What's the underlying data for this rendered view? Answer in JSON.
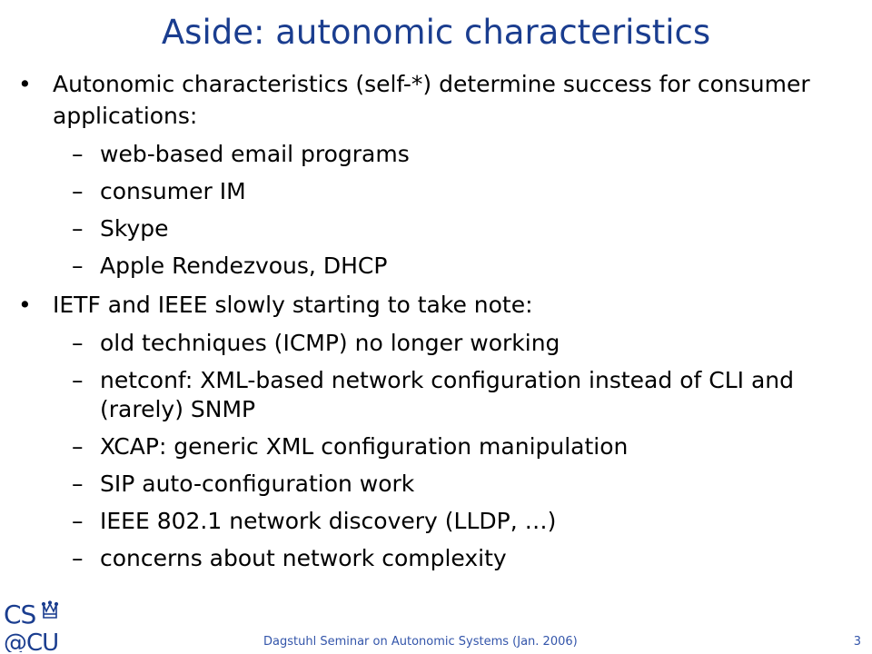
{
  "slide": {
    "title": "Aside: autonomic characteristics",
    "bullets": [
      {
        "text": "Autonomic characteristics (self-*) determine success for consumer applications:",
        "subitems": [
          "web-based email programs",
          "consumer IM",
          "Skype",
          "Apple Rendezvous, DHCP"
        ]
      },
      {
        "text": "IETF and IEEE slowly starting to take note:",
        "subitems": [
          "old techniques (ICMP) no longer working",
          "netconf: XML-based network configuration instead of CLI and (rarely) SNMP",
          "XCAP: generic XML configuration manipulation",
          "SIP auto-configuration work",
          "IEEE 802.1 network discovery (LLDP, …)",
          "concerns about network complexity"
        ]
      }
    ]
  },
  "footer": {
    "text": "Dagstuhl Seminar on Autonomic Systems (Jan. 2006)",
    "page_number": "3"
  },
  "logo": {
    "top_text": "CS",
    "bottom_text": "@CU",
    "icon": "crown-icon",
    "color": "#1a3d8f"
  },
  "colors": {
    "title": "#1a3d8f",
    "footer": "#3355aa",
    "body_text": "#000000"
  }
}
